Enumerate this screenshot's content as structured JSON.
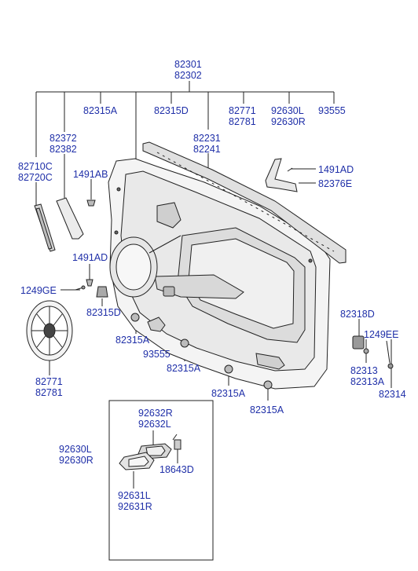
{
  "diagram": {
    "labels": {
      "top1": "82301",
      "top2": "82302",
      "p82315A_top": "82315A",
      "p82315D_top": "82315D",
      "p82771_top": "82771",
      "p82781_top": "82781",
      "p92630L_top": "92630L",
      "p92630R_top": "92630R",
      "p93555_top": "93555",
      "p82372": "82372",
      "p82382": "82382",
      "p82231": "82231",
      "p82241": "82241",
      "p82710C": "82710C",
      "p82720C": "82720C",
      "p1491AB": "1491AB",
      "p1491AD_right": "1491AD",
      "p82376E": "82376E",
      "p1491AD_left": "1491AD",
      "p1249GE": "1249GE",
      "p82315D_mid": "82315D",
      "p82315A_left": "82315A",
      "p93555_mid": "93555",
      "p82315A_mid": "82315A",
      "p82771_bot": "82771",
      "p82781_bot": "82781",
      "p82315A_low": "82315A",
      "p82315A_low2": "82315A",
      "p82318D": "82318D",
      "p1249EE": "1249EE",
      "p82313": "82313",
      "p82313A": "82313A",
      "p82314": "82314",
      "p92632R": "92632R",
      "p92632L": "92632L",
      "p92630L_bot": "92630L",
      "p92630R_bot": "92630R",
      "p18643D": "18643D",
      "p92631L": "92631L",
      "p92631R": "92631R"
    }
  }
}
